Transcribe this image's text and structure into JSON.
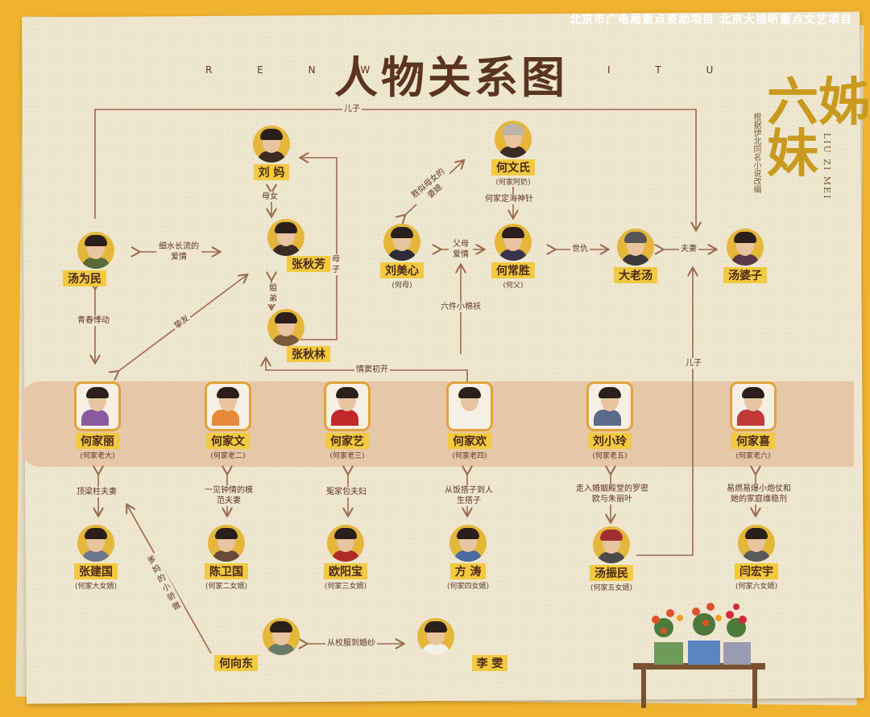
{
  "header": "北京市广电局重点资助项目 北京大视听重点文艺项目",
  "title": "人物关系图",
  "pinyin_left": "R E N W U",
  "pinyin_right": "X I T U",
  "logo": {
    "main": "六姊妹",
    "pinyin": "LIU ZI MEI",
    "note": "根据伊北同名小说改编"
  },
  "people": {
    "liuma": {
      "name": "刘 妈",
      "sub": ""
    },
    "zhangqiufang": {
      "name": "张秋芳",
      "sub": ""
    },
    "zhangqiulin": {
      "name": "张秋林",
      "sub": ""
    },
    "tangweimin": {
      "name": "汤为民",
      "sub": ""
    },
    "hewenmin": {
      "name": "何文氏",
      "sub": "(何家阿奶)"
    },
    "liumeixin": {
      "name": "刘美心",
      "sub": "(何母)"
    },
    "hechangsheng": {
      "name": "何常胜",
      "sub": "(何父)"
    },
    "dalaotang": {
      "name": "大老汤",
      "sub": ""
    },
    "tangpozi": {
      "name": "汤婆子",
      "sub": ""
    },
    "hejiali": {
      "name": "何家丽",
      "sub": "(何家老大)"
    },
    "hejiawen": {
      "name": "何家文",
      "sub": "(何家老二)"
    },
    "hejiayi": {
      "name": "何家艺",
      "sub": "(何家老三)"
    },
    "hejiahuan": {
      "name": "何家欢",
      "sub": "(何家老四)"
    },
    "liuxiaoling": {
      "name": "刘小玲",
      "sub": "(何家老五)"
    },
    "hejiaxi": {
      "name": "何家喜",
      "sub": "(何家老六)"
    },
    "zhangjianguo": {
      "name": "张建国",
      "sub": "(何家大女婿)"
    },
    "chenweiguo": {
      "name": "陈卫国",
      "sub": "(何家二女婿)"
    },
    "ouyangbao": {
      "name": "欧阳宝",
      "sub": "(何家三女婿)"
    },
    "fangtao": {
      "name": "方 涛",
      "sub": "(何家四女婿)"
    },
    "tangzhenmin": {
      "name": "汤振民",
      "sub": "(何家五女婿)"
    },
    "yanhongyu": {
      "name": "闫宏宇",
      "sub": "(何家六女婿)"
    },
    "hexiangdong": {
      "name": "何向东",
      "sub": ""
    },
    "liwen": {
      "name": "李 雯",
      "sub": ""
    }
  },
  "relations": {
    "erzi_top": "儿子",
    "munu": "母女",
    "muzi": "母子",
    "jiedi": "姐弟",
    "xishui": "细水长流的爱情",
    "qingchun": "青春悸动",
    "zhengyou": "挚友",
    "chirugu": "胜似母女的婆媳",
    "dinghai": "何家定海神针",
    "fumu": "父母爱情",
    "shichou": "世仇",
    "fuqi": "夫妻",
    "liujian": "六件小棉袄",
    "qingdou": "情窦初开",
    "erzi_right": "儿子",
    "dingliang": "顶梁柱夫妻",
    "yijian": "一见钟情的模范夫妻",
    "bugao": "冤家包夫妇",
    "congfan": "从饭搭子到人生搭子",
    "zouru": "走入婚姻殿堂的罗密欧与朱丽叶",
    "yiran": "易燃易爆小炮仗和她的家庭维稳剂",
    "diema": "爹妈的小骄傲",
    "xiaofu": "从校服到婚纱"
  }
}
